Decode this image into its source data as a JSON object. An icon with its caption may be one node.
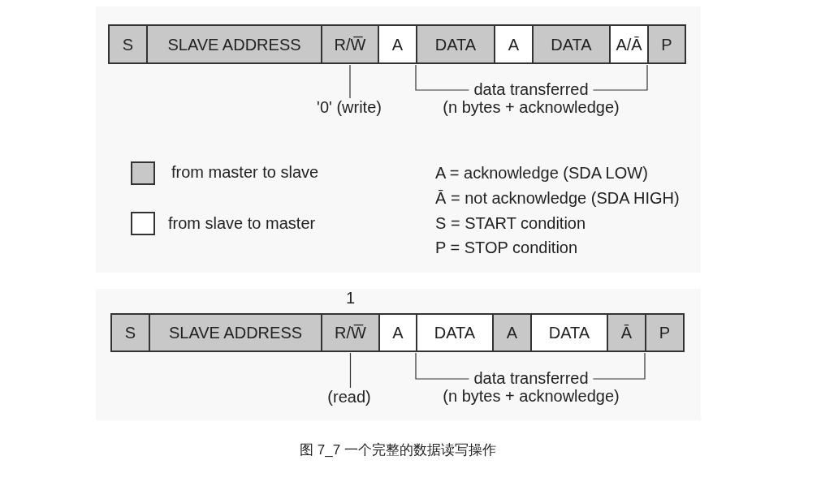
{
  "diagram": {
    "caption": "图 7_7 一个完整的数据读写操作",
    "nodes": [
      {
        "text": [
          "S"
        ]
      },
      {
        "text": [
          "SLAVE ADDRESS"
        ]
      },
      {
        "text": [
          "R/W̅"
        ]
      },
      {
        "text": [
          "A"
        ]
      },
      {
        "text": [
          "DATA"
        ]
      },
      {
        "text": [
          "A"
        ]
      },
      {
        "text": [
          "DATA"
        ]
      },
      {
        "text": [
          "A/Ā"
        ]
      },
      {
        "text": [
          "P"
        ]
      },
      {
        "text": [
          "'0' (write)"
        ]
      },
      {
        "text": [
          "S"
        ]
      },
      {
        "text": [
          "SLAVE ADDRESS"
        ]
      },
      {
        "text": [
          "R/W̅"
        ],
        "beside": [
          "1"
        ]
      },
      {
        "text": [
          "A"
        ]
      },
      {
        "text": [
          "DATA"
        ]
      },
      {
        "text": [
          "A"
        ]
      },
      {
        "text": [
          "DATA"
        ]
      },
      {
        "text": [
          "Ā"
        ]
      },
      {
        "text": [
          "P"
        ]
      },
      {
        "text": [
          "(read)"
        ]
      }
    ],
    "edges": [
      {
        "from": 9,
        "to": 2,
        "arrow": "none"
      },
      {
        "from": 19,
        "to": 12,
        "arrow": "none"
      }
    ],
    "labels": [
      "data transferred",
      "(n bytes + acknowledge)",
      "A = acknowledge (SDA LOW)",
      "Ā = not acknowledge (SDA HIGH)",
      "S = START condition",
      "P = STOP condition",
      "data transferred",
      "(n bytes + acknowledge)"
    ],
    "legend": [
      {
        "text": "from master to slave",
        "color": "#c8c8c8"
      },
      {
        "text": "from slave to master",
        "color": "#ffffff"
      }
    ]
  }
}
